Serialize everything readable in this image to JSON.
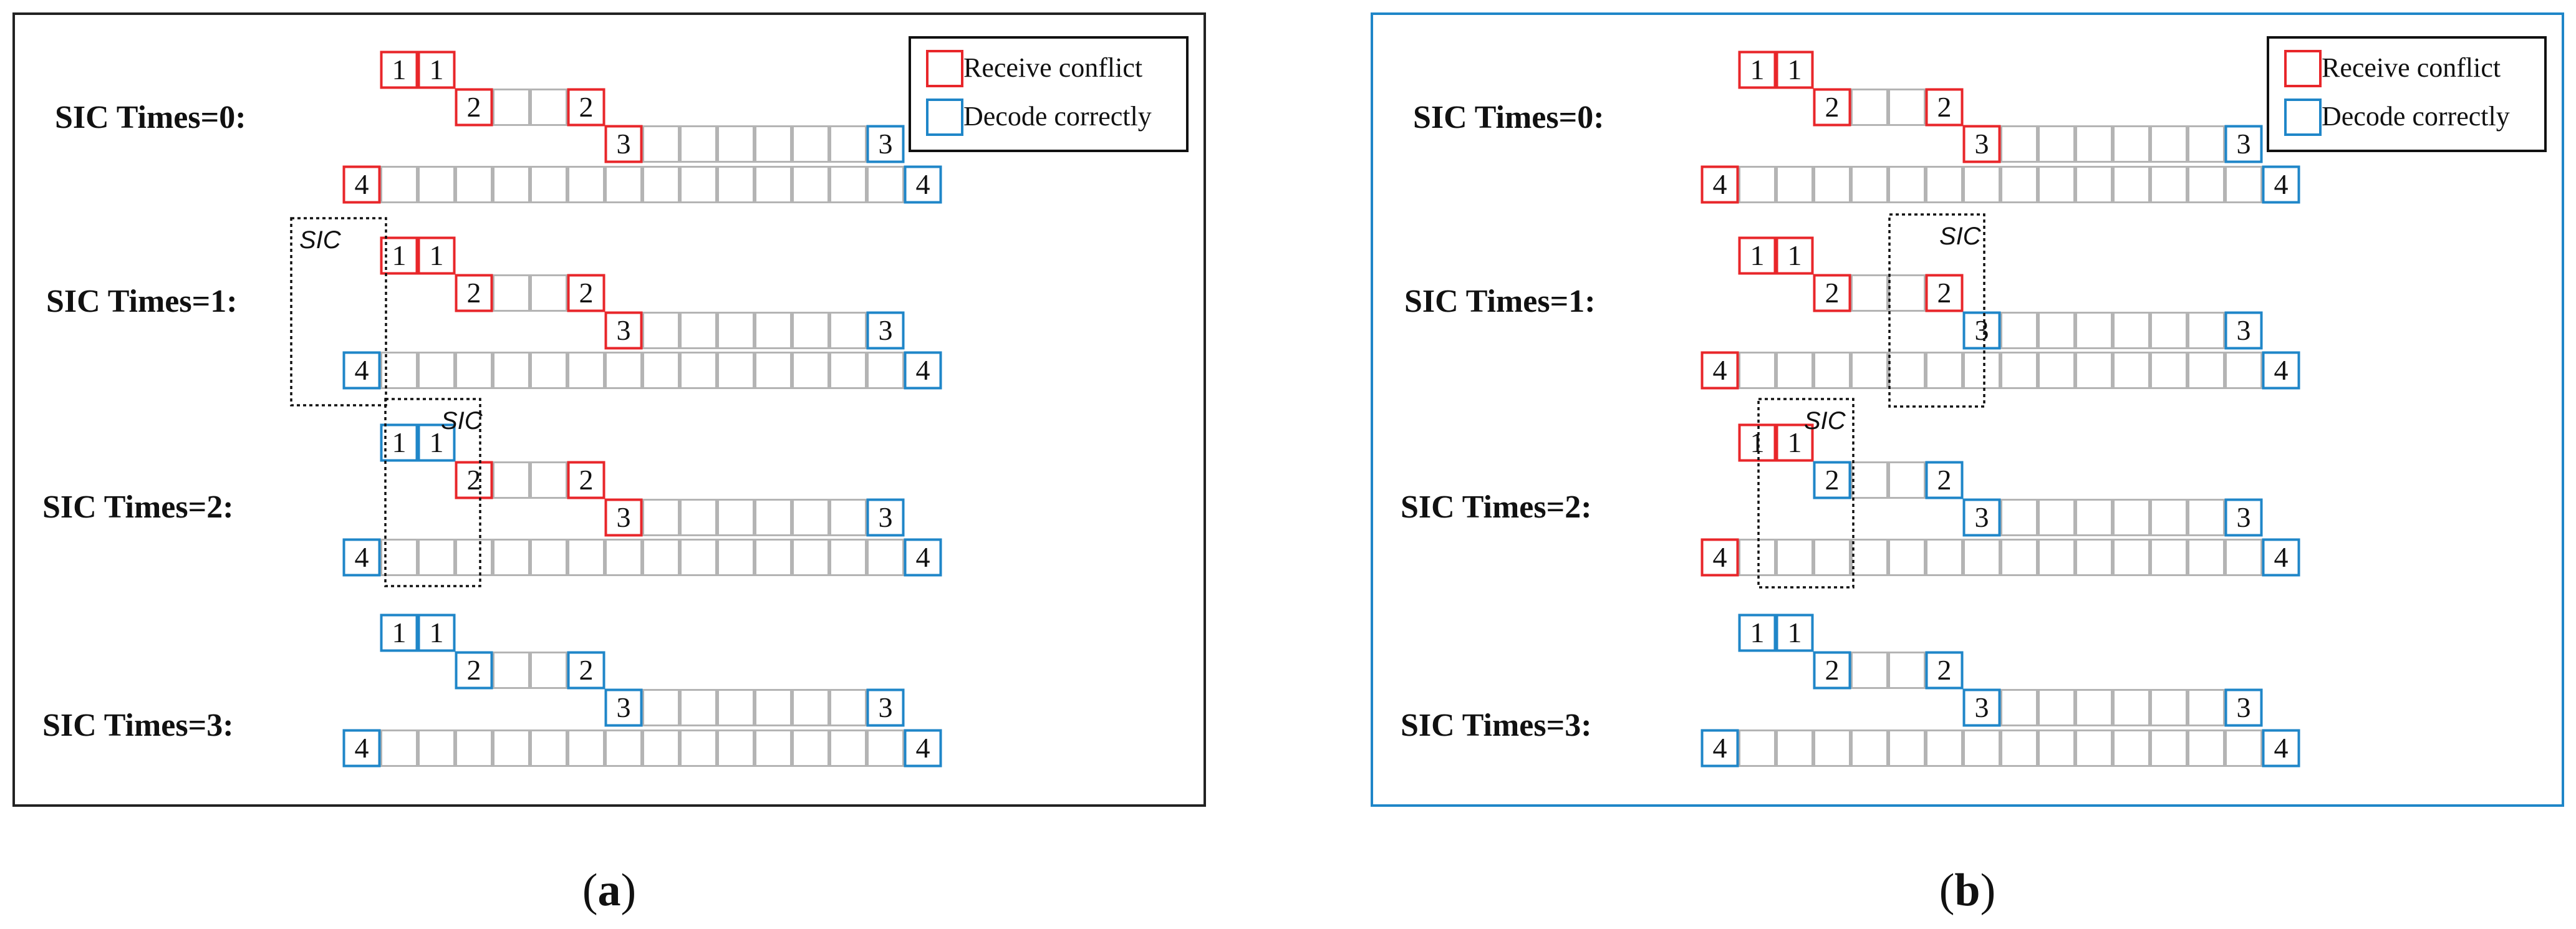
{
  "legend": {
    "conflict_label": "Receive conflict",
    "decode_label": "Decode correctly",
    "conflict_color": "#e8262a",
    "decode_color": "#1f86c8",
    "slot_color": "#b4b4b4"
  },
  "panels": [
    {
      "id": "a",
      "caption": "(a)",
      "caption_letter": "a",
      "frame_color": "#222222",
      "sic_tag": "SIC",
      "rows": [
        {
          "label": "SIC Times=0:",
          "packets": [
            {
              "node": "1",
              "states": [
                "conflict",
                "conflict"
              ]
            },
            {
              "node": "2",
              "states": [
                "conflict",
                "conflict"
              ]
            },
            {
              "node": "3",
              "states": [
                "conflict",
                "decode"
              ]
            },
            {
              "node": "4",
              "states": [
                "conflict",
                "decode"
              ]
            }
          ]
        },
        {
          "label": "SIC Times=1:",
          "packets": [
            {
              "node": "1",
              "states": [
                "conflict",
                "conflict"
              ]
            },
            {
              "node": "2",
              "states": [
                "conflict",
                "conflict"
              ]
            },
            {
              "node": "3",
              "states": [
                "conflict",
                "decode"
              ]
            },
            {
              "node": "4",
              "states": [
                "decode",
                "decode"
              ]
            }
          ]
        },
        {
          "label": "SIC Times=2:",
          "packets": [
            {
              "node": "1",
              "states": [
                "decode",
                "decode"
              ]
            },
            {
              "node": "2",
              "states": [
                "conflict",
                "conflict"
              ]
            },
            {
              "node": "3",
              "states": [
                "conflict",
                "decode"
              ]
            },
            {
              "node": "4",
              "states": [
                "decode",
                "decode"
              ]
            }
          ]
        },
        {
          "label": "SIC Times=3:",
          "packets": [
            {
              "node": "1",
              "states": [
                "decode",
                "decode"
              ]
            },
            {
              "node": "2",
              "states": [
                "decode",
                "decode"
              ]
            },
            {
              "node": "3",
              "states": [
                "decode",
                "decode"
              ]
            },
            {
              "node": "4",
              "states": [
                "decode",
                "decode"
              ]
            }
          ]
        }
      ]
    },
    {
      "id": "b",
      "caption": "(b)",
      "caption_letter": "b",
      "frame_color": "#1f86c8",
      "sic_tag": "SIC",
      "rows": [
        {
          "label": "SIC Times=0:",
          "packets": [
            {
              "node": "1",
              "states": [
                "conflict",
                "conflict"
              ]
            },
            {
              "node": "2",
              "states": [
                "conflict",
                "conflict"
              ]
            },
            {
              "node": "3",
              "states": [
                "conflict",
                "decode"
              ]
            },
            {
              "node": "4",
              "states": [
                "conflict",
                "decode"
              ]
            }
          ]
        },
        {
          "label": "SIC Times=1:",
          "packets": [
            {
              "node": "1",
              "states": [
                "conflict",
                "conflict"
              ]
            },
            {
              "node": "2",
              "states": [
                "conflict",
                "conflict"
              ]
            },
            {
              "node": "3",
              "states": [
                "decode",
                "decode"
              ]
            },
            {
              "node": "4",
              "states": [
                "conflict",
                "decode"
              ]
            }
          ]
        },
        {
          "label": "SIC Times=2:",
          "packets": [
            {
              "node": "1",
              "states": [
                "conflict",
                "conflict"
              ]
            },
            {
              "node": "2",
              "states": [
                "decode",
                "decode"
              ]
            },
            {
              "node": "3",
              "states": [
                "decode",
                "decode"
              ]
            },
            {
              "node": "4",
              "states": [
                "conflict",
                "decode"
              ]
            }
          ]
        },
        {
          "label": "SIC Times=3:",
          "packets": [
            {
              "node": "1",
              "states": [
                "decode",
                "decode"
              ]
            },
            {
              "node": "2",
              "states": [
                "decode",
                "decode"
              ]
            },
            {
              "node": "3",
              "states": [
                "decode",
                "decode"
              ]
            },
            {
              "node": "4",
              "states": [
                "decode",
                "decode"
              ]
            }
          ]
        }
      ]
    }
  ]
}
